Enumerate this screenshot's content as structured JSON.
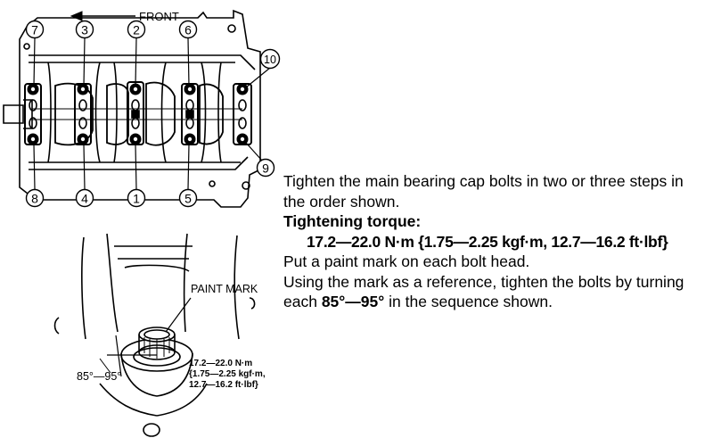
{
  "diagram": {
    "front_label": "FRONT",
    "bolt_numbers": [
      "1",
      "2",
      "3",
      "4",
      "5",
      "6",
      "7",
      "8",
      "9",
      "10"
    ],
    "paint_mark_label": "PAINT MARK",
    "angle_label": "85°—95°",
    "torque_callout": [
      "17.2—22.0 N·m",
      "{1.75—2.25 kgf·m,",
      "12.7—16.2 ft·lbf}"
    ]
  },
  "instructions": {
    "step1": "Tighten the main bearing cap bolts in two or three steps in the order shown.",
    "torque_heading": "Tightening torque:",
    "torque_value": "17.2—22.0 N·m {1.75—2.25 kgf·m, 12.7—16.2 ft·lbf}",
    "step2": "Put a paint mark on each bolt head.",
    "step3_pre": "Using the mark as a reference, tighten the bolts by turning each ",
    "step3_angle": "85°—95°",
    "step3_post": " in the sequence shown."
  }
}
